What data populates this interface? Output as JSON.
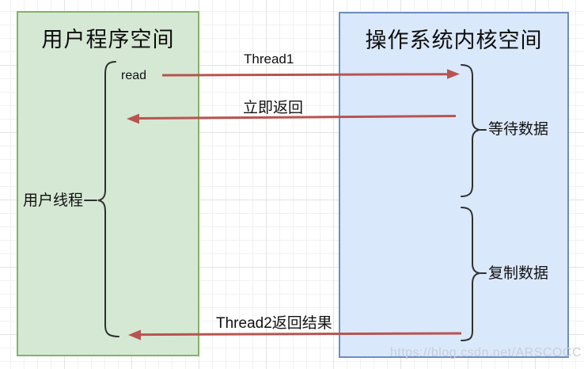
{
  "boxes": {
    "user_space": {
      "title": "用户程序空间"
    },
    "kernel_space": {
      "title": "操作系统内核空间"
    }
  },
  "labels": {
    "read": "read",
    "user_thread": "用户线程",
    "thread1": "Thread1",
    "immediate_return": "立即返回",
    "thread2_return": "Thread2返回结果",
    "wait_data": "等待数据",
    "copy_data": "复制数据"
  },
  "watermark": "https://blog.csdn.net/ARSCOCC",
  "colors": {
    "user-box-fill": "#d5e8d4",
    "user-box-border": "#82b366",
    "kernel-box-fill": "#dae8fc",
    "kernel-box-border": "#6c8ebf",
    "arrow": "#b85450",
    "brace": "#2f2f2f",
    "watermark-color": "#c9ced8"
  }
}
